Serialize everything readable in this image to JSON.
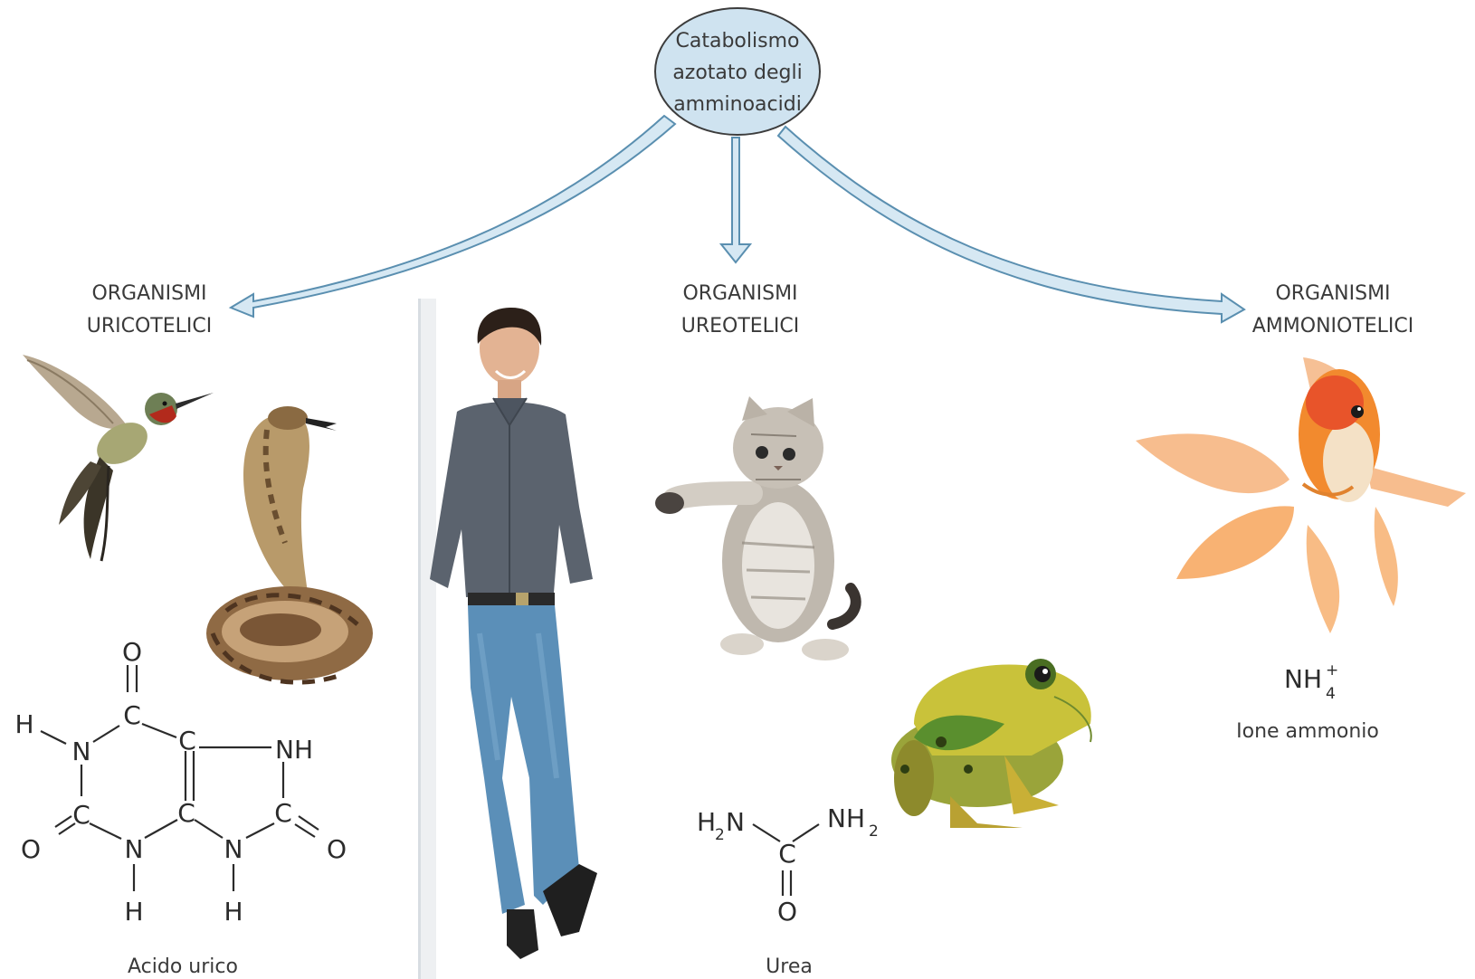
{
  "central_node": {
    "line1": "Catabolismo",
    "line2": "azotato degli",
    "line3": "amminoacidi",
    "fill_color": "#cfe3f0",
    "stroke_color": "#3c3c3c"
  },
  "arrow_color": "#d6e8f3",
  "groups": {
    "uricotelic": {
      "line1": "ORGANISMI",
      "line2": "URICOTELICI",
      "compound": "Acido urico",
      "animals": [
        "hummingbird",
        "cobra"
      ]
    },
    "ureotelic": {
      "line1": "ORGANISMI",
      "line2": "UREOTELICI",
      "compound": "Urea",
      "animals": [
        "man",
        "kitten",
        "frog"
      ]
    },
    "ammoniotelic": {
      "line1": "ORGANISMI",
      "line2": "AMMONIOTELICI",
      "compound": "Ione ammonio",
      "animals": [
        "goldfish"
      ]
    }
  },
  "uric_acid": {
    "o_top": "O",
    "c_top": "C",
    "h_left": "H",
    "n_left": "N",
    "c_right_top": "C",
    "nh": "NH",
    "c_left_bottom": "C",
    "o_left": "O",
    "c_mid_bottom": "C",
    "c_right": "C",
    "o_right": "O",
    "n_bottom_left": "N",
    "n_bottom_right": "N",
    "h_bottom_left": "H",
    "h_bottom_right": "H"
  },
  "urea": {
    "h_left": "H",
    "sub_left": "2",
    "n_left": "N",
    "nh_right": "NH",
    "sub_right": "2",
    "c": "C",
    "o": "O"
  },
  "ammonium": {
    "formula": "NH",
    "subscript": "4",
    "superscript": "+"
  },
  "icons": [
    "hummingbird-icon",
    "cobra-icon",
    "man-icon",
    "kitten-icon",
    "frog-icon",
    "goldfish-icon"
  ]
}
